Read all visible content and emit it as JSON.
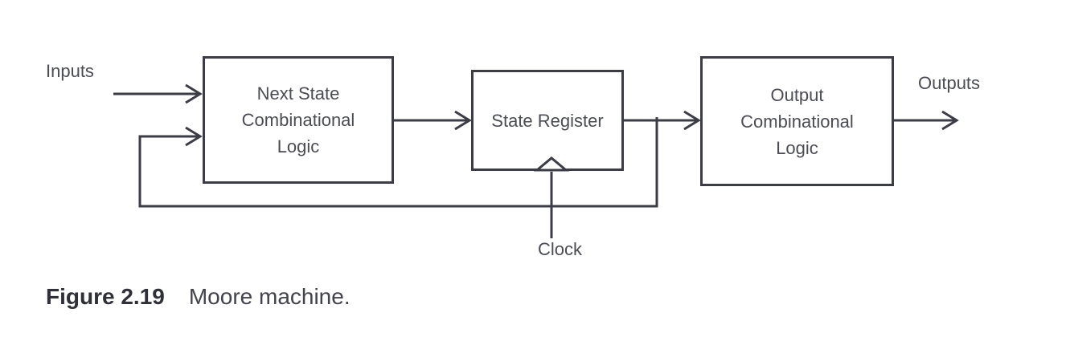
{
  "figure": {
    "type": "block-diagram",
    "caption": {
      "number": "Figure 2.19",
      "text": "Moore machine."
    },
    "labels": {
      "inputs": "Inputs",
      "outputs": "Outputs",
      "clock": "Clock"
    },
    "blocks": [
      {
        "id": "next-state-logic",
        "label": "Next State\nCombinational\nLogic"
      },
      {
        "id": "state-register",
        "label": "State Register"
      },
      {
        "id": "output-logic",
        "label": "Output\nCombinational\nLogic"
      }
    ],
    "connections": [
      {
        "from": "inputs",
        "to": "next-state-logic",
        "arrow": true
      },
      {
        "from": "next-state-logic",
        "to": "state-register",
        "arrow": true
      },
      {
        "from": "state-register",
        "to": "output-logic",
        "arrow": true
      },
      {
        "from": "output-logic",
        "to": "outputs",
        "arrow": true
      },
      {
        "from": "state-register-output",
        "to": "next-state-logic",
        "arrow": true,
        "kind": "feedback"
      },
      {
        "from": "clock",
        "to": "state-register",
        "arrow": false,
        "kind": "clock-edge-trigger"
      }
    ],
    "colors": {
      "stroke": "#3b3c45",
      "block_text": "#4b4c54",
      "caption_number": "#2f3038",
      "caption_text": "#42434c",
      "background": "#ffffff"
    }
  }
}
